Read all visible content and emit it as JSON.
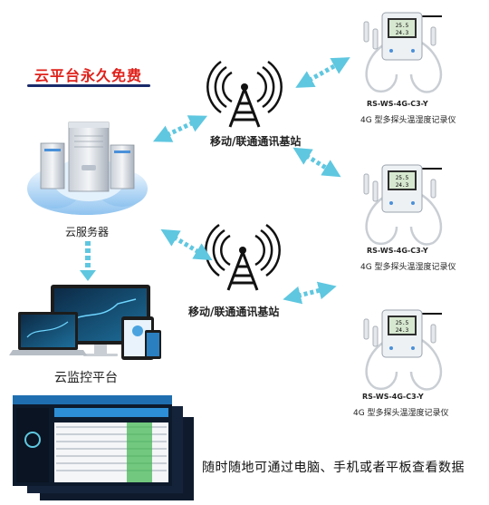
{
  "free_platform": "云平台永久免费",
  "cloud_server": "云服务器",
  "cloud_monitor": "云监控平台",
  "tower_label": "移动/联通通讯基站",
  "devices": [
    {
      "model": "RS-WS-4G-C3-Y",
      "desc": "4G 型多探头温湿度记录仪",
      "reading1": "25.5",
      "reading2": "24.3"
    },
    {
      "model": "RS-WS-4G-C3-Y",
      "desc": "4G 型多探头温湿度记录仪",
      "reading1": "25.5",
      "reading2": "24.3"
    },
    {
      "model": "RS-WS-4G-C3-Y",
      "desc": "4G 型多探头温湿度记录仪",
      "reading1": "25.5",
      "reading2": "24.3"
    }
  ],
  "caption": "随时随地可通过电脑、手机或者平板查看数据",
  "colors": {
    "red": "#e0211b",
    "arrow": "#5fc7e0",
    "navy": "#1a2a6a"
  }
}
